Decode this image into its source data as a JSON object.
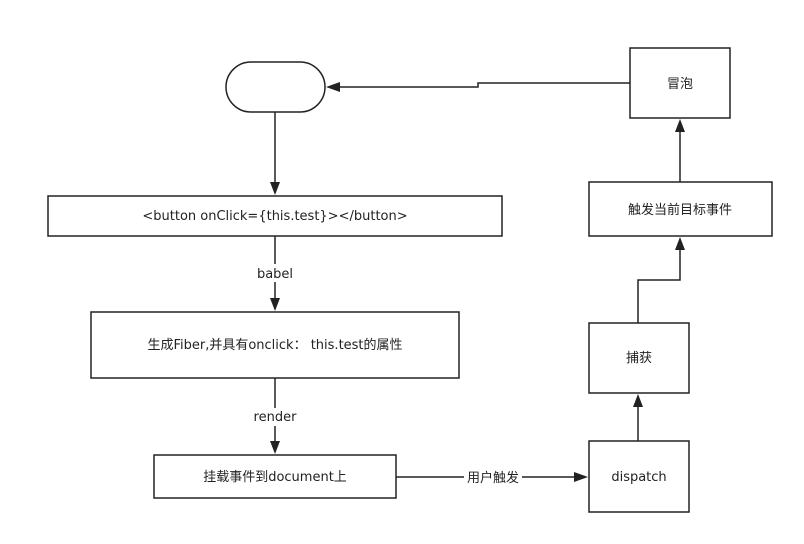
{
  "colors": {
    "stroke": "#222222",
    "background": "#ffffff"
  },
  "nodes": {
    "start_terminal": "",
    "button_jsx": "<button onClick={this.test}></button>",
    "fiber": "生成Fiber,并具有onclick：  this.test的属性",
    "mount": "挂载事件到document上",
    "dispatch": "dispatch",
    "capture": "捕获",
    "trigger": "触发当前目标事件",
    "bubble": "冒泡"
  },
  "edges": {
    "babel": "babel",
    "render": "render",
    "user_trigger": "用户触发"
  }
}
